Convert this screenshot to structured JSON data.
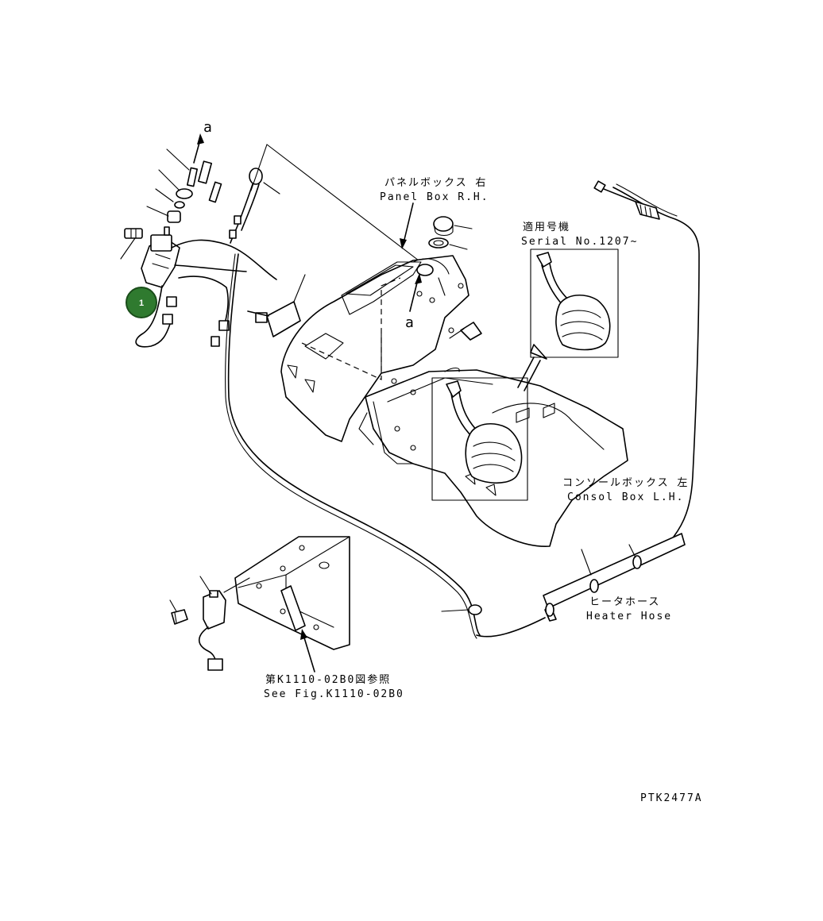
{
  "labels": {
    "arrow_a_top": "a",
    "arrow_a_mid": "a",
    "panel_box_jp": "パネルボックス 右",
    "panel_box_en": "Panel Box R.H.",
    "serial_jp": "適用号機",
    "serial_en": "Serial No.1207~",
    "console_jp": "コンソールボックス 左",
    "console_en": "Consol Box L.H.",
    "heater_jp": "ヒータホース",
    "heater_en": "Heater Hose",
    "seefig_jp": "第K1110-02B0図参照",
    "seefig_en": "See Fig.K1110-02B0",
    "drawing_code": "PTK2477A"
  },
  "callouts": [
    {
      "id": "1",
      "color": "#2f7a2f"
    }
  ]
}
